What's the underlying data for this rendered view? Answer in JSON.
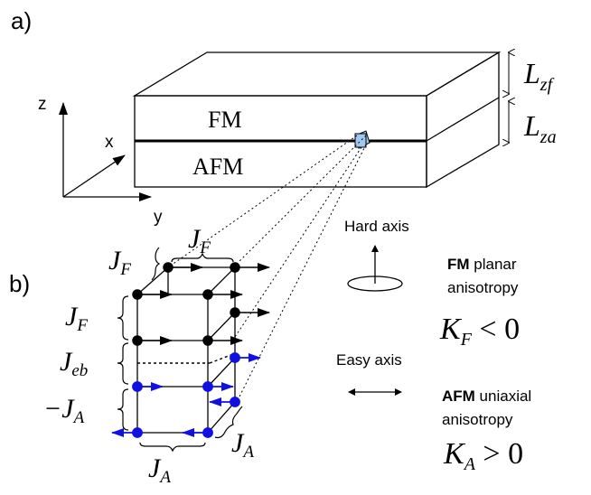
{
  "panels": {
    "a": "a)",
    "b": "b)"
  },
  "slab": {
    "fm_label": "FM",
    "afm_label": "AFM",
    "thickness_f": {
      "main": "L",
      "sub": "zf"
    },
    "thickness_a": {
      "main": "L",
      "sub": "za"
    }
  },
  "axes": {
    "z": "z",
    "x": "x",
    "y": "y"
  },
  "couplings": {
    "jf": {
      "main": "J",
      "sub": "F"
    },
    "jeb": {
      "main": "J",
      "sub": "eb"
    },
    "ja_neg": {
      "main": "−J",
      "sub": "A"
    },
    "ja": {
      "main": "J",
      "sub": "A"
    }
  },
  "anisotropy": {
    "hard_axis": "Hard axis",
    "easy_axis": "Easy axis",
    "fm_bold": "FM",
    "fm_rest1": " planar",
    "fm_rest2": "anisotropy",
    "afm_bold": "AFM",
    "afm_rest1": " uniaxial",
    "afm_rest2": "anisotropy",
    "kf": {
      "main": "K",
      "sub": "F",
      "rel": " < 0"
    },
    "ka": {
      "main": "K",
      "sub": "A",
      "rel": " > 0"
    }
  },
  "colors": {
    "ink": "#000000",
    "afm_spin": "#1010e0",
    "cell_fill": "#9fc8ee"
  }
}
